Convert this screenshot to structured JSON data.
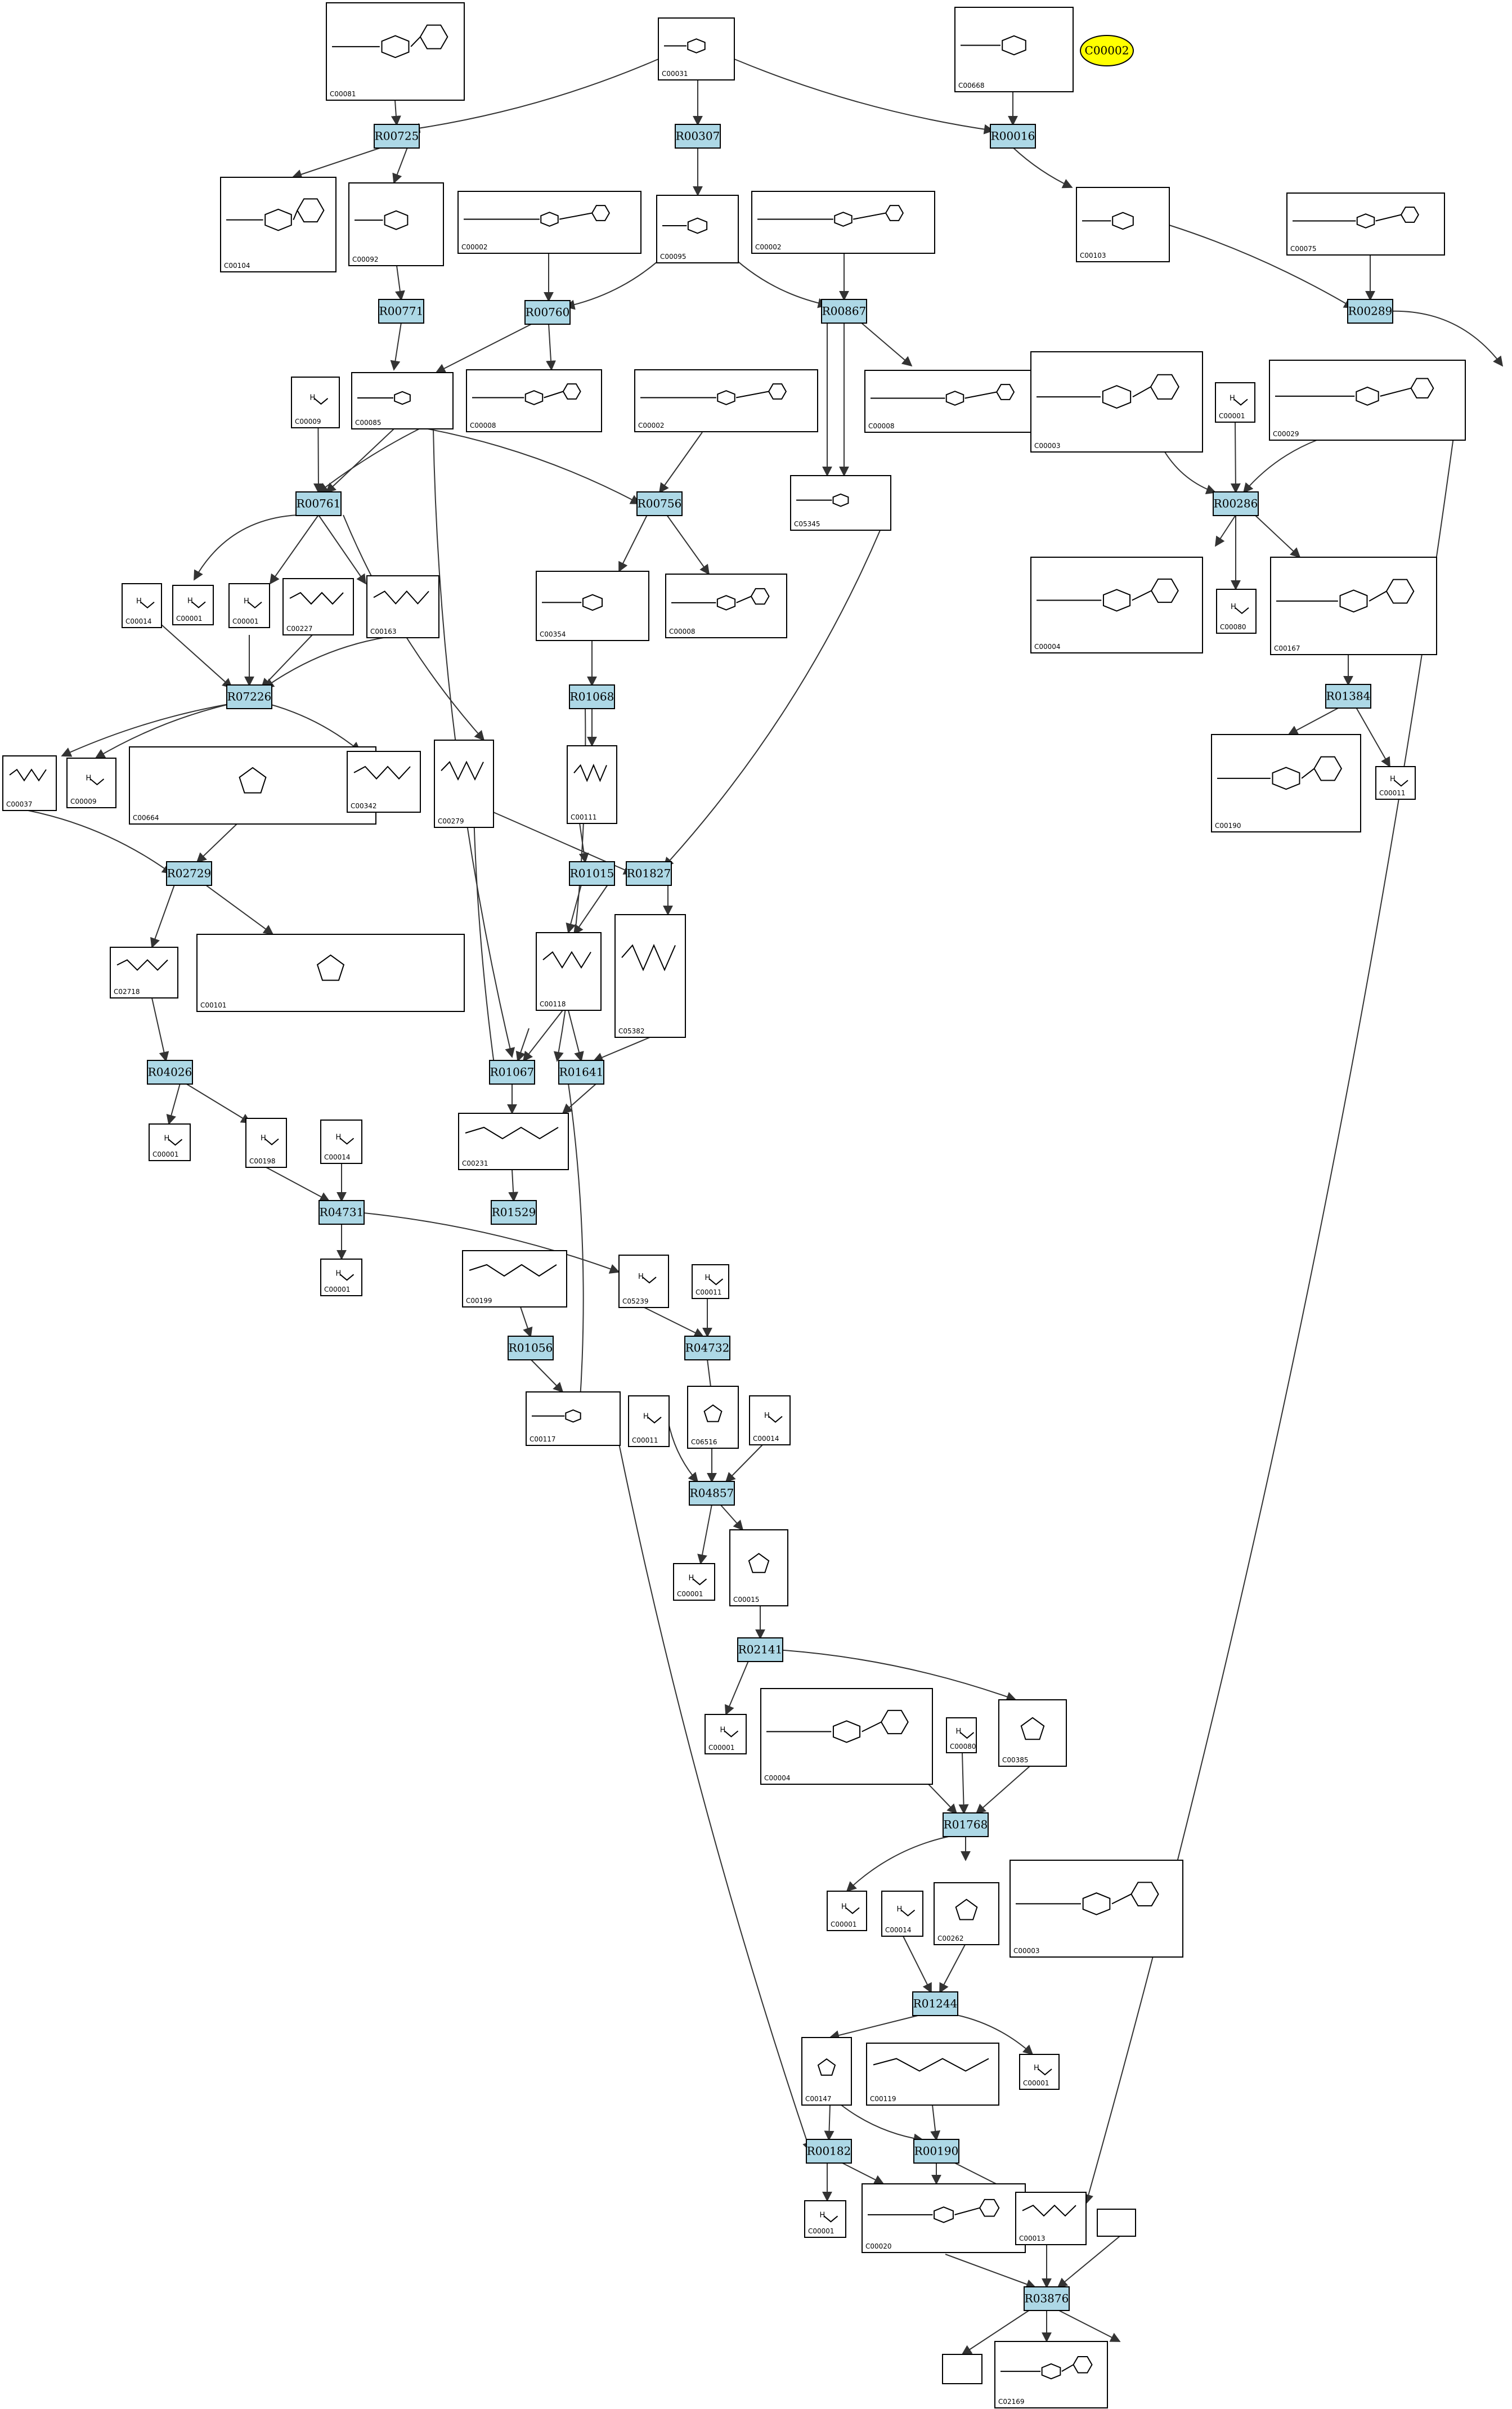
{
  "diagram": {
    "highlight": {
      "id": "C00002",
      "color": "#ffff00"
    },
    "reaction_color": "#add8e6",
    "reactions": [
      "R00725",
      "R00307",
      "R00016",
      "R00771",
      "R00760",
      "R00867",
      "R00289",
      "R00761",
      "R00756",
      "R00286",
      "R07226",
      "R01068",
      "R01384",
      "R02729",
      "R01015",
      "R01827",
      "R04026",
      "R01067",
      "R01641",
      "R04731",
      "R01529",
      "R04732",
      "R01056",
      "R04857",
      "R02141",
      "R01768",
      "R01244",
      "R00182",
      "R00190",
      "R03876"
    ],
    "compound_ids": [
      "C00081",
      "C00031",
      "C00668",
      "C00104",
      "C00092",
      "C00002",
      "C00095",
      "C00002",
      "C00103",
      "C00075",
      "C00009",
      "C00085",
      "C00008",
      "C00002",
      "C00008",
      "C00003",
      "C00001",
      "C00029",
      "C05345",
      "C00014",
      "C00001",
      "C00001",
      "C00227",
      "C00163",
      "C00354",
      "C00008",
      "C00004",
      "C00080",
      "C00167",
      "C00037",
      "C00009",
      "C00664",
      "C00342",
      "C00279",
      "C00111",
      "C00190",
      "C00011",
      "C02718",
      "C00101",
      "C00118",
      "C05382",
      "C00001",
      "C00198",
      "C00014",
      "C00231",
      "C00001",
      "C00199",
      "C05239",
      "C00011",
      "C00117",
      "C00011",
      "C06516",
      "C00014",
      "C00001",
      "C00015",
      "C00001",
      "C00004",
      "C00080",
      "C00385",
      "C00001",
      "C00014",
      "C00262",
      "C00003",
      "C00147",
      "C00119",
      "C00001",
      "C00001",
      "C00020",
      "C00013",
      "C02169",
      "C00002"
    ]
  }
}
